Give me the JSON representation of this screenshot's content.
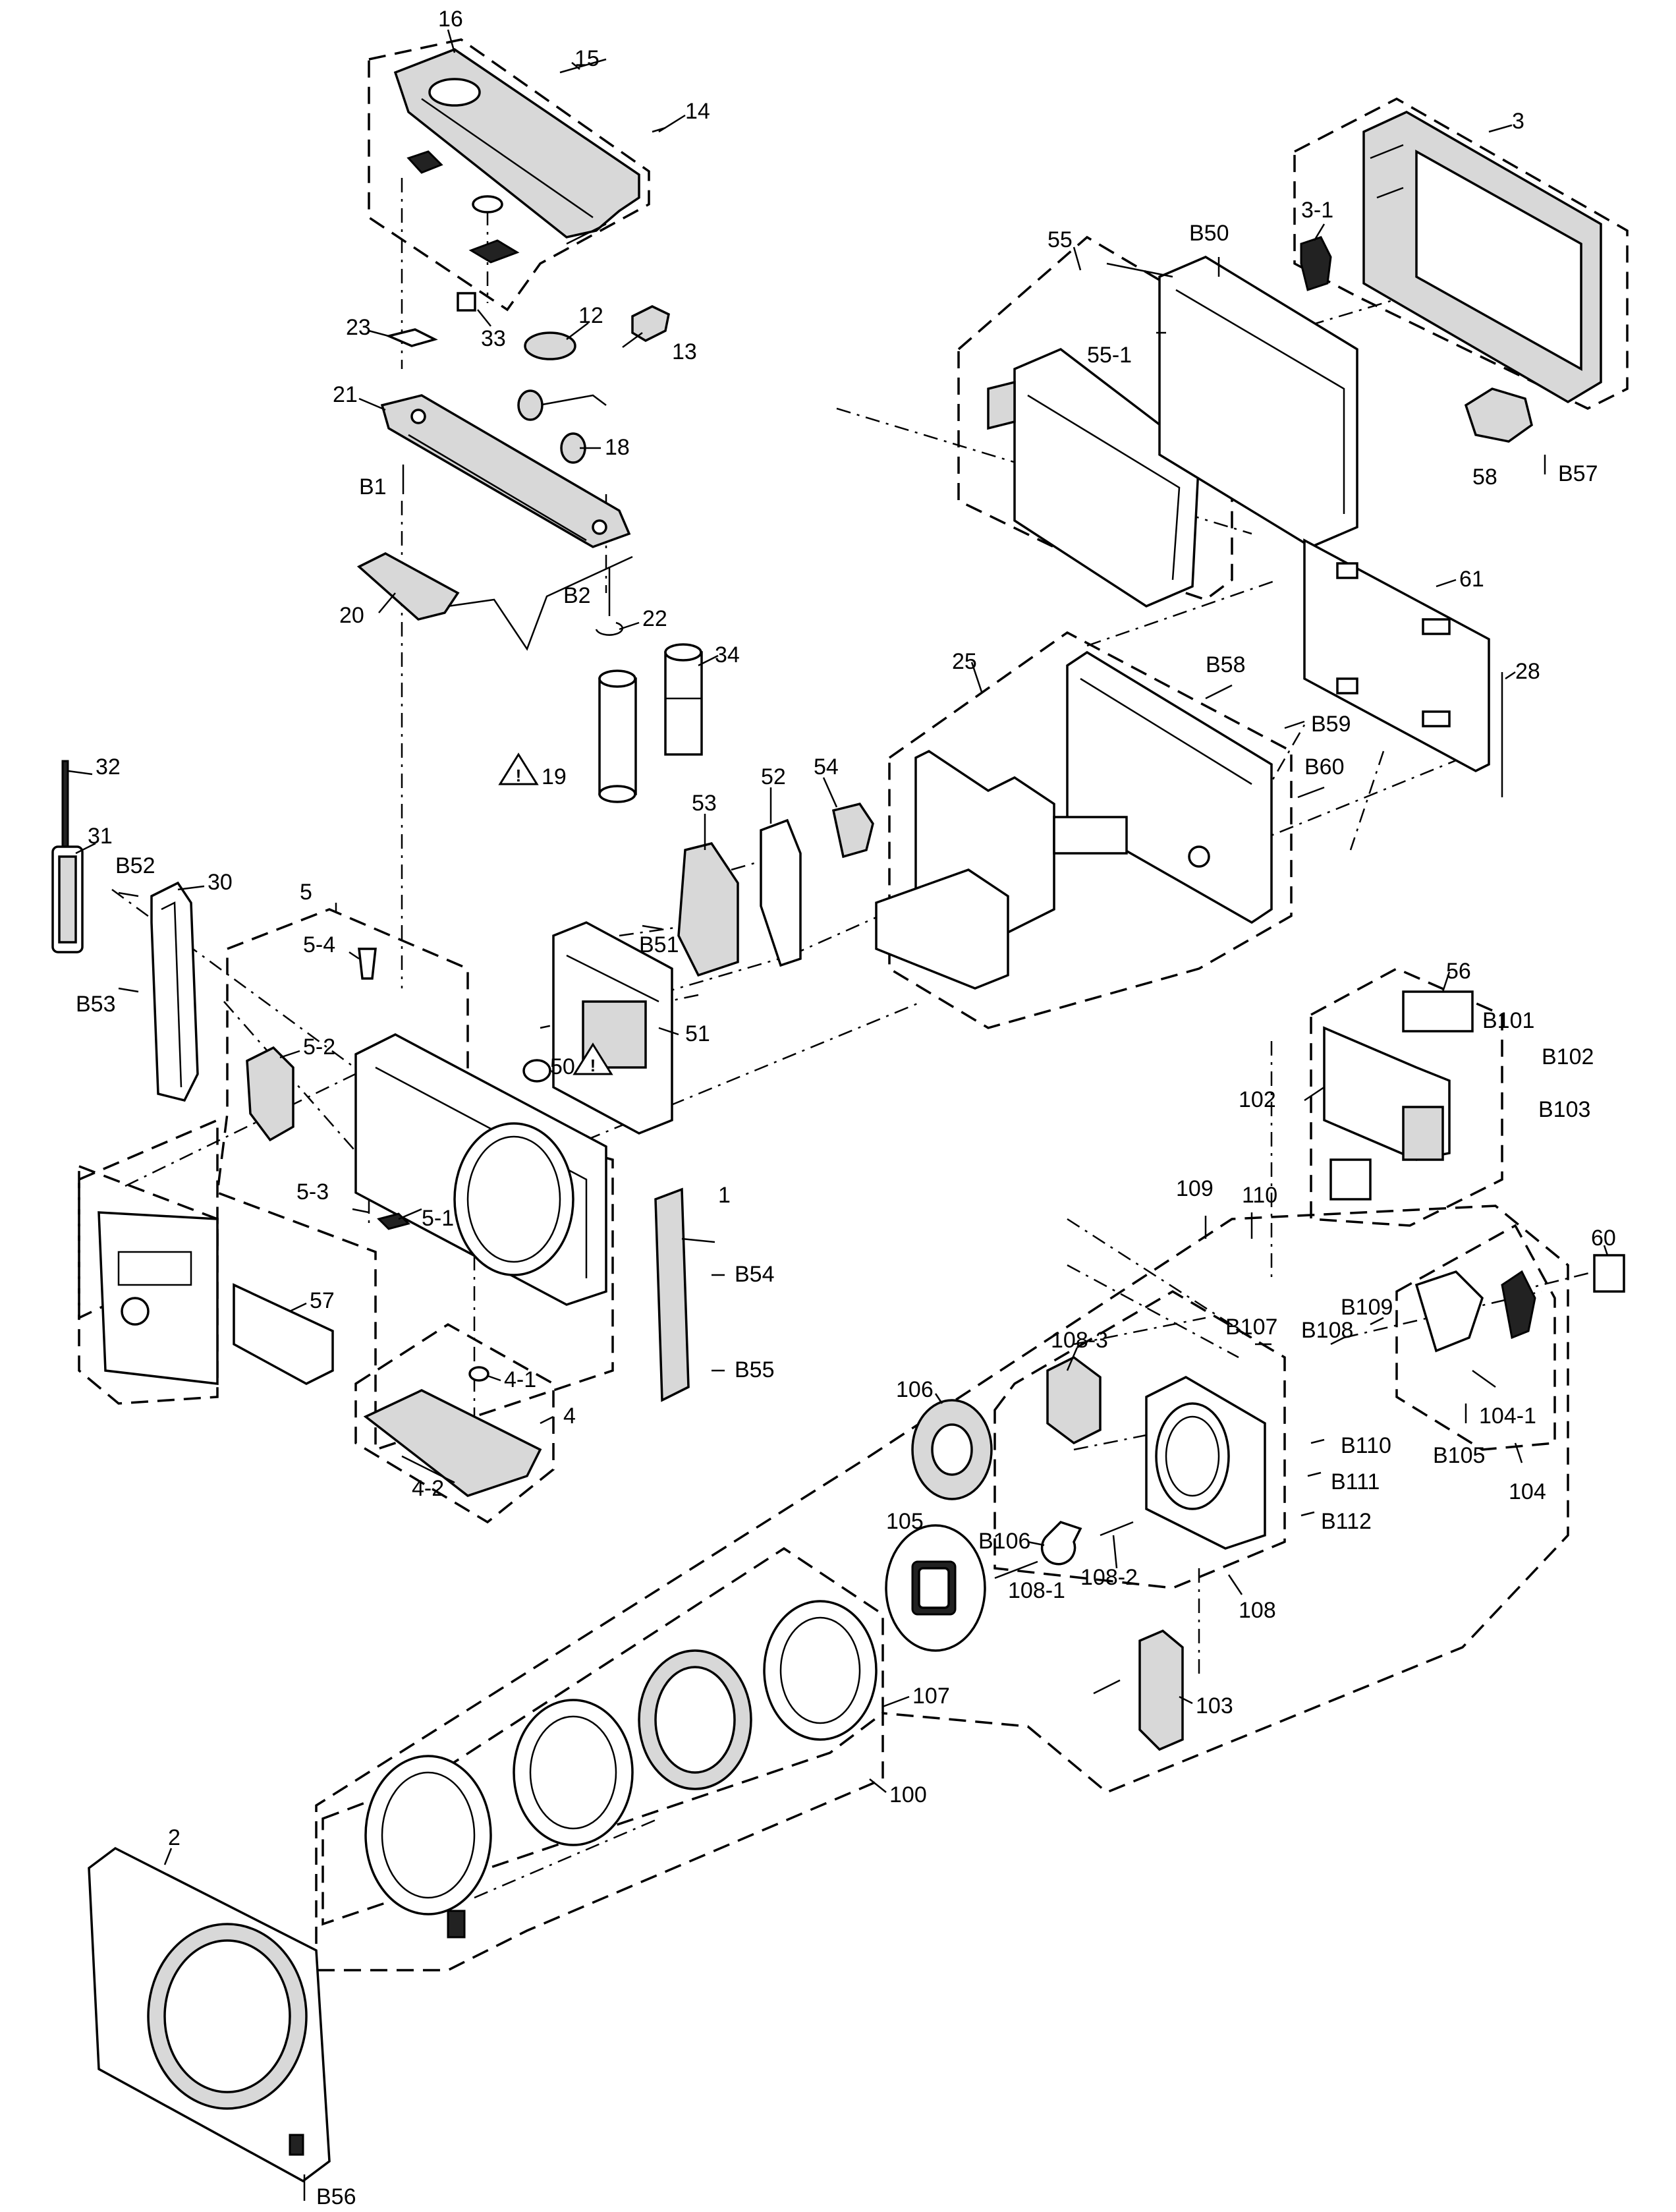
{
  "diagram": {
    "type": "exploded-parts-view",
    "labels": [
      "16",
      "15",
      "14",
      "33",
      "12",
      "13",
      "23",
      "21",
      "18",
      "B1",
      "20",
      "B2",
      "22",
      "34",
      "19",
      "3",
      "3-1",
      "B57",
      "58",
      "55",
      "B50",
      "55-1",
      "61",
      "28",
      "25",
      "B58",
      "B59",
      "B60",
      "32",
      "31",
      "B52",
      "30",
      "B53",
      "5",
      "5-4",
      "5-2",
      "53",
      "52",
      "54",
      "B51",
      "51",
      "50",
      "5-3",
      "5-1",
      "57",
      "1",
      "B54",
      "B55",
      "4",
      "4-1",
      "4-2",
      "56",
      "B101",
      "B102",
      "102",
      "B103",
      "109",
      "110",
      "60",
      "B109",
      "B107",
      "B108",
      "108-3",
      "106",
      "B110",
      "B111",
      "B112",
      "104-1",
      "B105",
      "104",
      "105",
      "B106",
      "108-2",
      "108-1",
      "108",
      "103",
      "107",
      "100",
      "2",
      "B56"
    ],
    "warning_marks": [
      "19",
      "50"
    ]
  }
}
